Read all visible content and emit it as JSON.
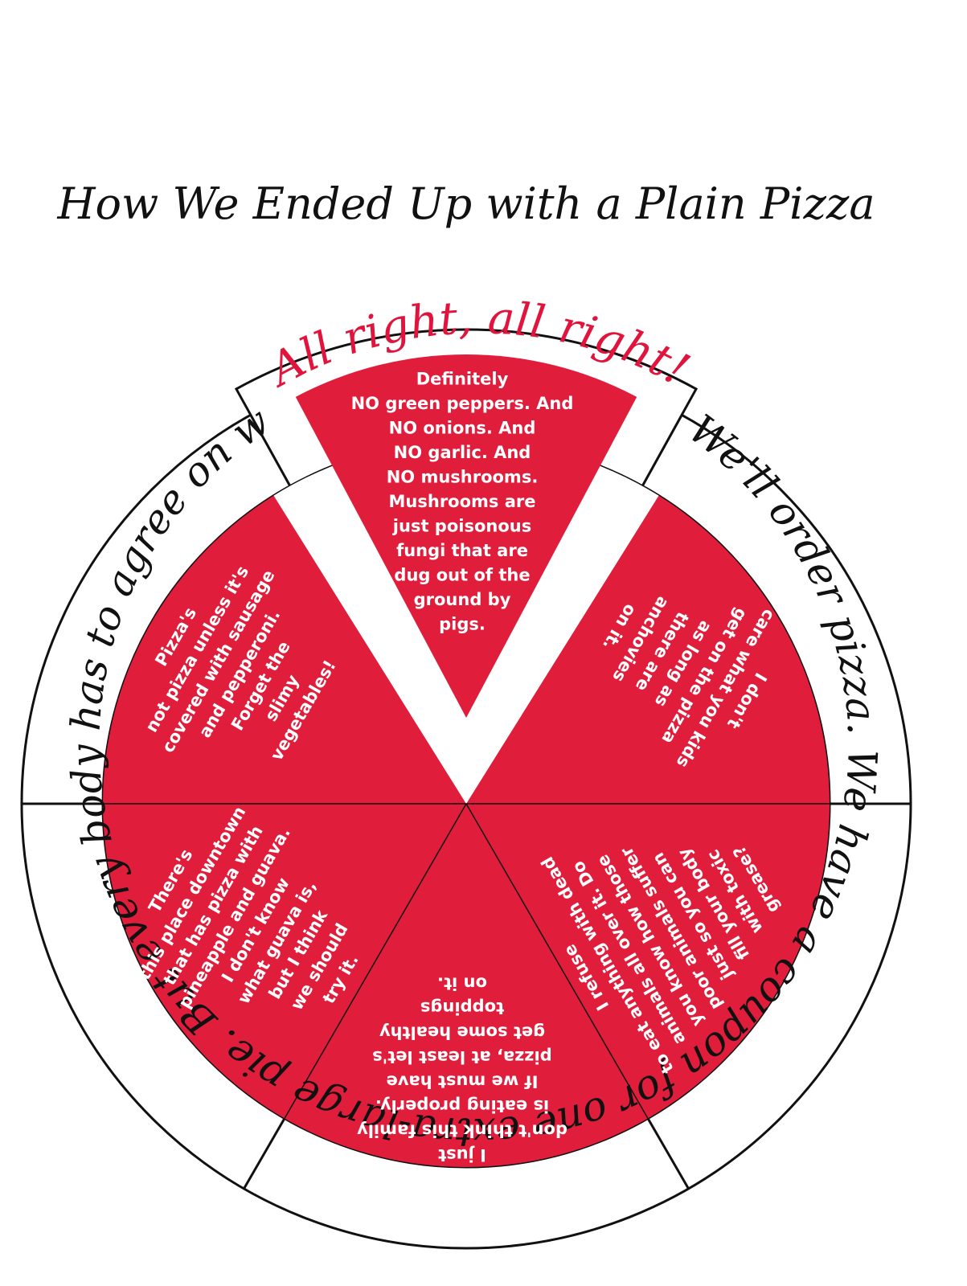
{
  "page_title": "How We Ended Up with a Plain Pizza",
  "rim_text": "We'll order pizza. We have a coupon for one extra-large pie. But every body has to agree on what toppings to get.",
  "top_slice": {
    "heading": "All right, all right!",
    "lines": [
      "Definitely",
      "NO green peppers. And",
      "NO onions. And",
      "NO garlic. And",
      "NO mushrooms.",
      "Mushrooms are",
      "just poisonous",
      "fungi that are",
      "dug out of the",
      "ground by",
      "pigs."
    ]
  },
  "slices": [
    {
      "id": "anchovies",
      "lines": [
        "I don't",
        "care what you kids",
        "get on the pizza",
        "as long as",
        "there are",
        "anchovies",
        "on it."
      ]
    },
    {
      "id": "dead-animals",
      "lines": [
        "I refuse",
        "to eat anything with dead",
        "animals all over it. Do",
        "you know how those",
        "poor animals suffer",
        "just so you can",
        "fill your body",
        "with toxic",
        "grease?"
      ]
    },
    {
      "id": "healthy",
      "lines": [
        "I just",
        "don't think this family",
        "is eating properly.",
        "If we must have",
        "pizza, at least let's",
        "get some healthy",
        "toppings",
        "on it."
      ]
    },
    {
      "id": "guava",
      "lines": [
        "There's",
        "this place downtown",
        "that has pizza with",
        "pineapple and guava.",
        "I don't know",
        "what guava is,",
        "but I think",
        "we should",
        "try it."
      ]
    },
    {
      "id": "sausage",
      "lines": [
        "Pizza's",
        "not pizza unless it's",
        "covered with sausage",
        "and pepperoni.",
        "Forget the",
        "slimy",
        "vegetables!"
      ]
    }
  ],
  "colors": {
    "slice_red": "#e11d3c",
    "ink": "#111111",
    "heading_red": "#e0143c",
    "paper": "#ffffff"
  }
}
